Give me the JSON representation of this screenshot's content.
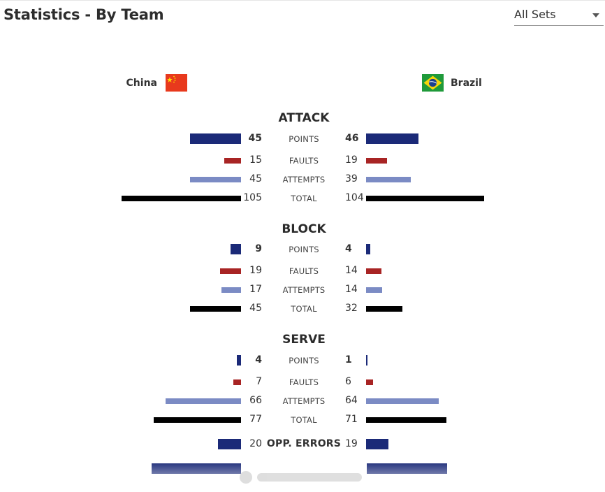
{
  "header": {
    "title": "Statistics - By Team",
    "set_filter": {
      "selected": "All Sets"
    }
  },
  "teams": {
    "home": {
      "name": "China"
    },
    "away": {
      "name": "Brazil"
    }
  },
  "colors": {
    "points": "#1b2a78",
    "faults": "#a82424",
    "attempts": "#7b8bc4",
    "total": "#000000"
  },
  "sections": [
    {
      "title": "ATTACK",
      "rows": [
        {
          "label": "POINTS",
          "home": 45,
          "away": 46
        },
        {
          "label": "FAULTS",
          "home": 15,
          "away": 19
        },
        {
          "label": "ATTEMPTS",
          "home": 45,
          "away": 39
        },
        {
          "label": "TOTAL",
          "home": 105,
          "away": 104
        }
      ]
    },
    {
      "title": "BLOCK",
      "rows": [
        {
          "label": "POINTS",
          "home": 9,
          "away": 4
        },
        {
          "label": "FAULTS",
          "home": 19,
          "away": 14
        },
        {
          "label": "ATTEMPTS",
          "home": 17,
          "away": 14
        },
        {
          "label": "TOTAL",
          "home": 45,
          "away": 32
        }
      ]
    },
    {
      "title": "SERVE",
      "rows": [
        {
          "label": "POINTS",
          "home": 4,
          "away": 1
        },
        {
          "label": "FAULTS",
          "home": 7,
          "away": 6
        },
        {
          "label": "ATTEMPTS",
          "home": 66,
          "away": 64
        },
        {
          "label": "TOTAL",
          "home": 77,
          "away": 71
        }
      ]
    }
  ],
  "opp_errors": {
    "label": "OPP. ERRORS",
    "home": 20,
    "away": 19
  }
}
